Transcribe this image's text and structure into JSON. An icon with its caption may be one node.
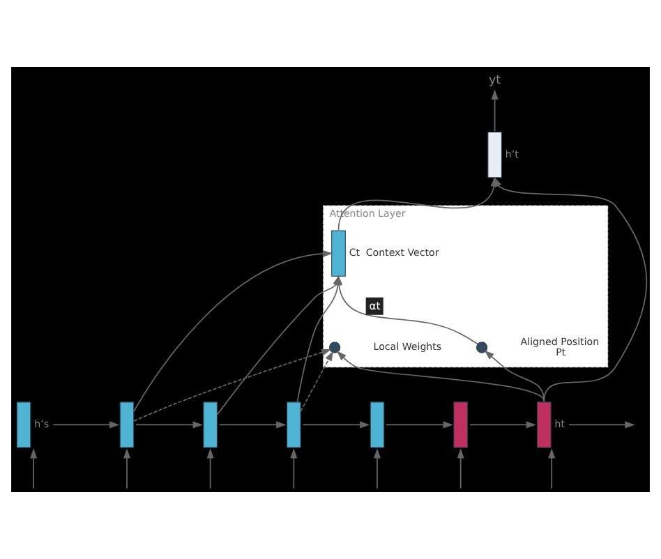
{
  "diagram": {
    "nodes": [
      {
        "text": [
          "Attention Layer"
        ]
      },
      {
        "text": [],
        "shape": "bar",
        "in": 0,
        "beside": [
          "Ct",
          "Context Vector"
        ]
      },
      {
        "text": [],
        "shape": "circle",
        "in": 0,
        "beside": [
          "Aligned Position",
          "Pt"
        ]
      },
      {
        "text": [],
        "shape": "circle",
        "in": 0,
        "beside": [
          "Local Weights"
        ]
      },
      {
        "text": [],
        "shape": "bar",
        "beside": [
          "h’t"
        ]
      },
      {
        "text": [
          "yt"
        ]
      },
      {
        "text": [],
        "shape": "bar",
        "beside": [
          "h’s"
        ]
      },
      {
        "text": [],
        "shape": "bar"
      },
      {
        "text": [],
        "shape": "bar"
      },
      {
        "text": [],
        "shape": "bar"
      },
      {
        "text": [],
        "shape": "bar"
      },
      {
        "text": [],
        "shape": "bar"
      },
      {
        "text": [],
        "shape": "bar",
        "beside": [
          "ht"
        ]
      }
    ],
    "edges": [
      {
        "from": 6,
        "to": 7,
        "arrow": "to"
      },
      {
        "from": 7,
        "to": 8,
        "arrow": "to"
      },
      {
        "from": 8,
        "to": 9,
        "arrow": "to"
      },
      {
        "from": 9,
        "to": 10,
        "arrow": "to"
      },
      {
        "from": 10,
        "to": 11,
        "arrow": "to"
      },
      {
        "from": 11,
        "to": 12,
        "arrow": "to"
      },
      {
        "from": 12,
        "to": null,
        "arrow": "to"
      },
      {
        "from": null,
        "to": 6,
        "arrow": "to"
      },
      {
        "from": null,
        "to": 7,
        "arrow": "to"
      },
      {
        "from": null,
        "to": 8,
        "arrow": "to"
      },
      {
        "from": null,
        "to": 9,
        "arrow": "to"
      },
      {
        "from": null,
        "to": 10,
        "arrow": "to"
      },
      {
        "from": null,
        "to": 11,
        "arrow": "to"
      },
      {
        "from": null,
        "to": 12,
        "arrow": "to"
      },
      {
        "from": 12,
        "to": 2,
        "arrow": "to"
      },
      {
        "from": 12,
        "to": 3,
        "arrow": "to"
      },
      {
        "from": 2,
        "to": 1,
        "arrow": "to",
        "label": "αt"
      },
      {
        "from": 7,
        "to": 1,
        "arrow": "to"
      },
      {
        "from": 8,
        "to": 1,
        "arrow": "to"
      },
      {
        "from": 9,
        "to": 1,
        "arrow": "to"
      },
      {
        "from": 7,
        "to": 3,
        "arrow": "to",
        "style": "dashed"
      },
      {
        "from": 9,
        "to": 3,
        "arrow": "to",
        "style": "dashed"
      },
      {
        "from": 1,
        "to": 4,
        "arrow": "to"
      },
      {
        "from": 12,
        "to": 4,
        "arrow": "to"
      },
      {
        "from": 4,
        "to": 5,
        "arrow": "to"
      }
    ]
  }
}
